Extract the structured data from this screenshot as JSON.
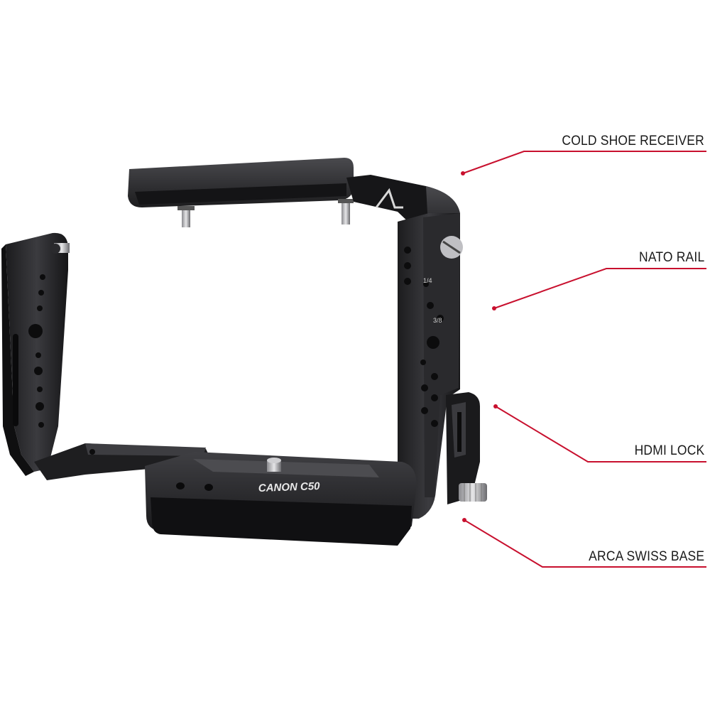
{
  "image_alt": "",
  "product": {
    "model_engraving": "CANON C50",
    "mount_marks": [
      "1/4",
      "3/8"
    ]
  },
  "callouts": [
    {
      "label": "COLD SHOE RECEIVER"
    },
    {
      "label": "NATO RAIL"
    },
    {
      "label": "HDMI LOCK"
    },
    {
      "label": "ARCA SWISS BASE"
    }
  ],
  "colors": {
    "accent": "#c8102e",
    "metal_dark": "#1c1c1e",
    "metal_mid": "#2e2e31",
    "metal_light": "#4a4a4e",
    "label_text": "#1a1a1a"
  }
}
